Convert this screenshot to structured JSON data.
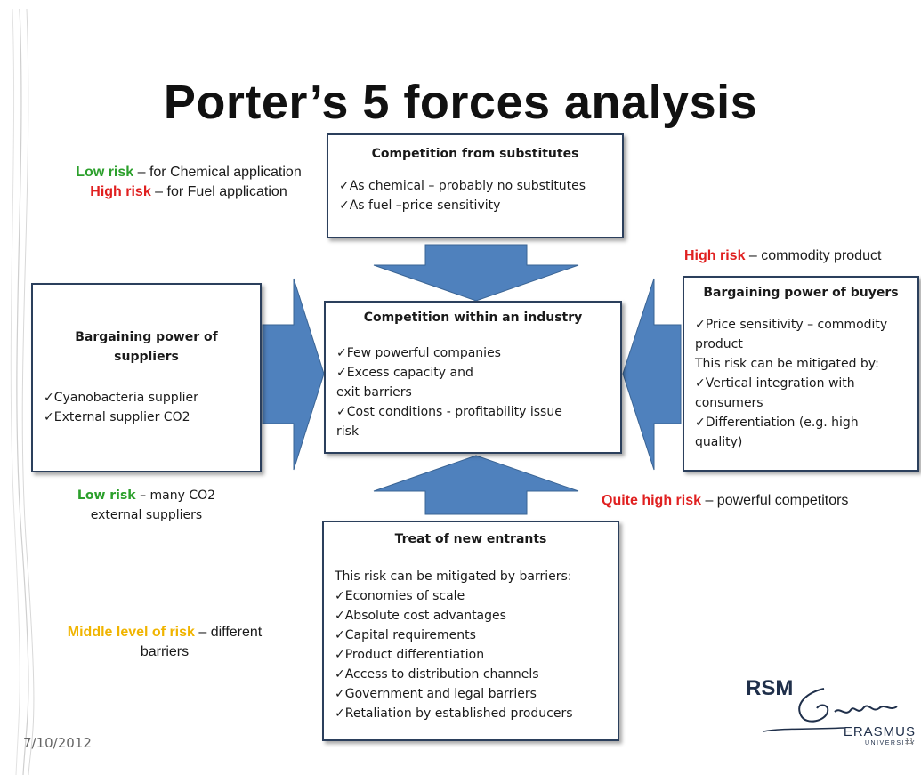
{
  "title": "Porter’s 5 forces analysis",
  "colors": {
    "arrow": "#4f81bd",
    "box_border": "#2b3f5c",
    "green": "#2ca02c",
    "red": "#e02020",
    "yellow": "#f0b400"
  },
  "substitutes": {
    "heading": "Competition from substitutes",
    "items": [
      "✓As chemical – probably no substitutes",
      "✓As fuel –price sensitivity"
    ],
    "risk_low_label": "Low risk",
    "risk_low_text": " – for Chemical application",
    "risk_high_label": "High risk",
    "risk_high_text": " – for Fuel application"
  },
  "suppliers": {
    "heading_line1": "Bargaining power of",
    "heading_line2": "suppliers",
    "items": [
      "✓Cyanobacteria supplier",
      "✓External supplier CO2"
    ],
    "risk_label": "Low risk",
    "risk_text_line1": " – many CO2",
    "risk_text_line2": "external suppliers"
  },
  "industry": {
    "heading": "Competition within an industry",
    "items": [
      "✓Few powerful companies",
      "✓Excess capacity and",
      "exit barriers",
      "✓Cost conditions - profitability issue",
      "risk"
    ],
    "risk_label": "Quite high risk",
    "risk_text": " – powerful competitors"
  },
  "buyers": {
    "heading": "Bargaining power of buyers",
    "items": [
      "✓Price sensitivity – commodity",
      "product",
      "This risk can be mitigated by:",
      "✓Vertical integration with",
      "consumers",
      "✓Differentiation (e.g. high",
      "quality)"
    ],
    "risk_label": "High risk",
    "risk_text": " – commodity product"
  },
  "entrants": {
    "heading": "Treat of new entrants",
    "intro": "This risk can be mitigated by barriers:",
    "items": [
      "✓Economies of scale",
      "✓Absolute cost advantages",
      "✓Capital requirements",
      "✓Product differentiation",
      "✓Access to distribution channels",
      "✓Government and legal barriers",
      "✓Retaliation by established producers"
    ],
    "risk_label": "Middle level of risk",
    "risk_text_line1": " – different",
    "risk_text_line2": "barriers"
  },
  "footer": {
    "date": "7/10/2012",
    "logo_rsm": "RSM",
    "logo_erasmus": "ERASMUS",
    "logo_university": "UNIVERSITY",
    "page_number": "11"
  }
}
